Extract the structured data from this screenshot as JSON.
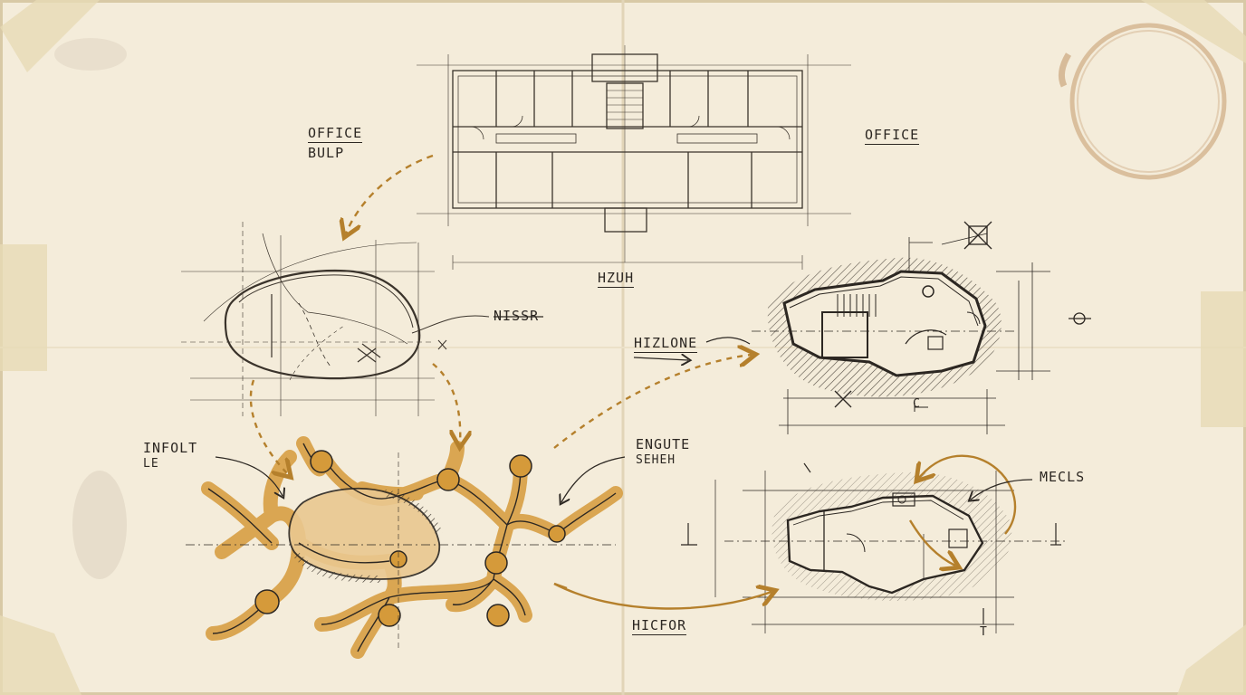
{
  "labels": {
    "office_bulp_line1": "OFFICE",
    "office_bulp_line2": "BULP",
    "office_right": "OFFICE",
    "plan_caption": "HZUH",
    "nissr": "NISSR",
    "hizone": "HIZLONE",
    "infolt_line1": "INFOLT",
    "infolt_line2": "LE",
    "enguits_line1": "ENGUTE",
    "enguits_line2": "SEHEH",
    "mecls": "MECLS",
    "hicfor": "HICFOR",
    "mark_t": "T",
    "mark_c": "C"
  },
  "colors": {
    "paper": "#f4ecda",
    "ink": "#2c2722",
    "ochre": "#d59a3a",
    "arrow": "#b5802c",
    "coffee": "#c49a6c"
  },
  "icons": [
    "x-mark-icon",
    "coffee-ring-icon",
    "cross-box-icon",
    "circle-marker-icon"
  ]
}
